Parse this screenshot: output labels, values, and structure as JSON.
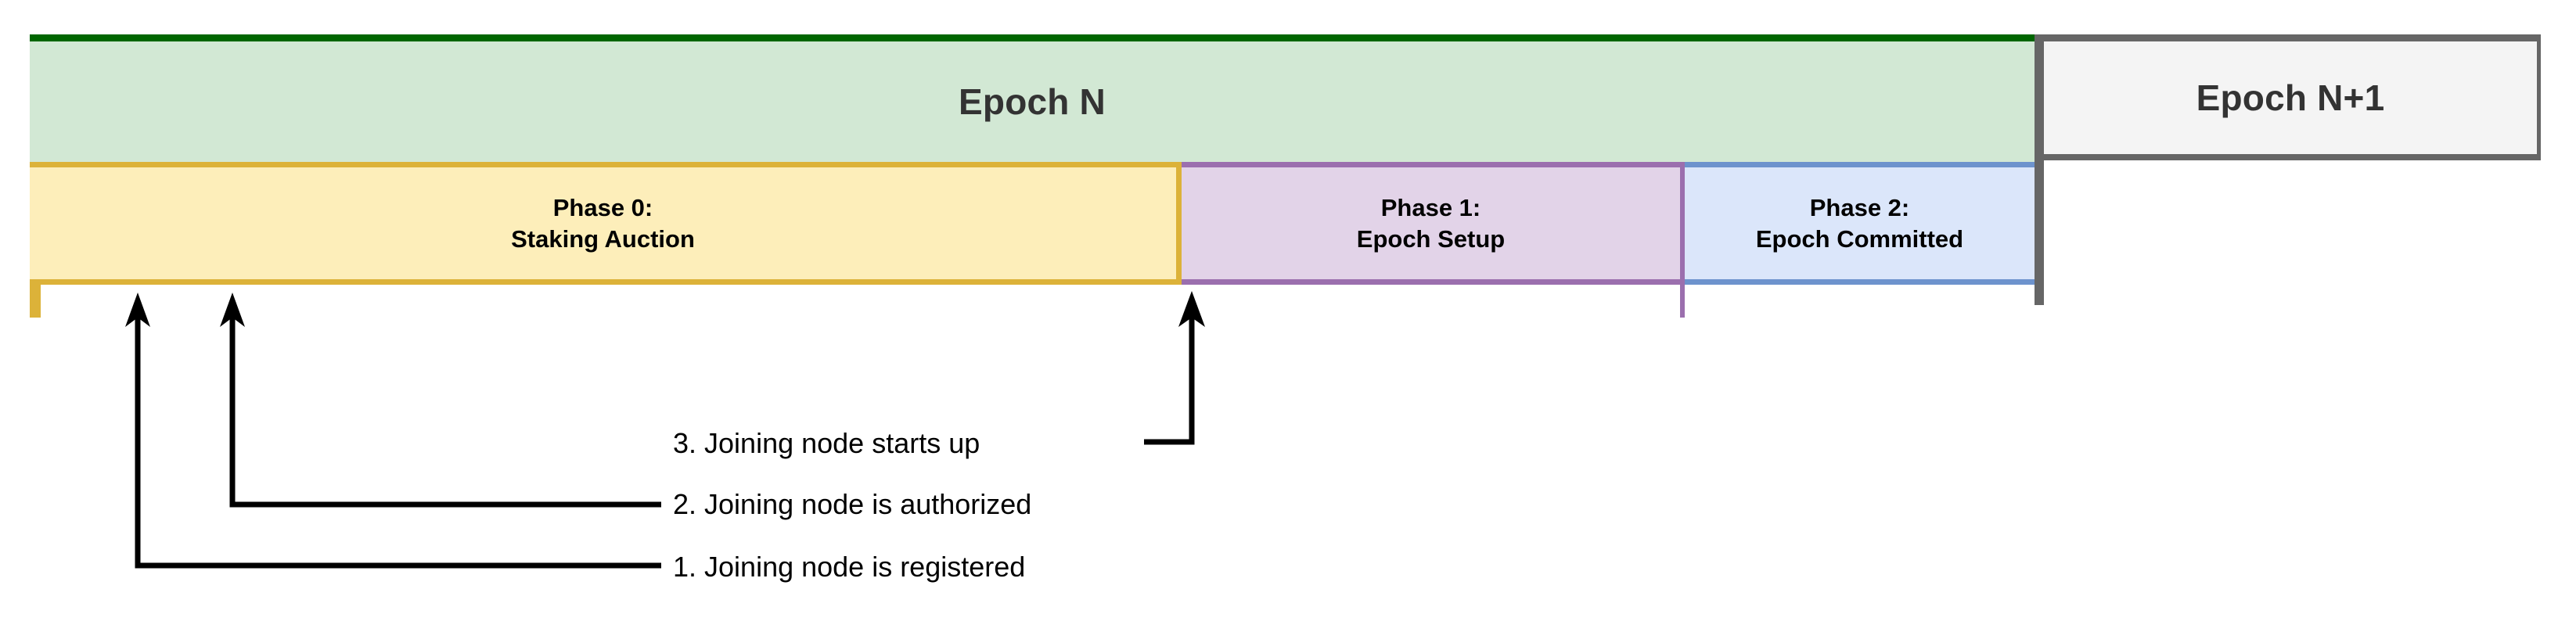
{
  "diagram": {
    "title_epoch_n": "Epoch N",
    "title_epoch_n1": "Epoch N+1",
    "epochs": [
      {
        "id": "epoch-n",
        "label": "Epoch N"
      },
      {
        "id": "epoch-n-plus-1",
        "label": "Epoch N+1"
      }
    ],
    "phases": [
      {
        "id": "phase-0",
        "line1": "Phase 0:",
        "line2": "Staking Auction",
        "fill": "#fdeeba",
        "stroke": "#dcb239"
      },
      {
        "id": "phase-1",
        "line1": "Phase 1:",
        "line2": "Epoch Setup",
        "fill": "#e2d3e8",
        "stroke": "#9b6fae"
      },
      {
        "id": "phase-2",
        "line1": "Phase 2:",
        "line2": "Epoch Committed",
        "fill": "#dbe6fa",
        "stroke": "#6d93cd"
      }
    ],
    "callouts": [
      {
        "id": "callout-1",
        "label": "1. Joining node is registered"
      },
      {
        "id": "callout-2",
        "label": "2. Joining node is authorized"
      },
      {
        "id": "callout-3",
        "label": "3. Joining node starts up"
      }
    ],
    "colors": {
      "epoch_n_fill": "#d2e8d4",
      "epoch_n_stroke": "#006600",
      "epoch_n1_fill": "#f4f4f4",
      "epoch_n1_stroke": "#666666",
      "phase0_fill": "#fdeeba",
      "phase0_stroke": "#dcb239",
      "phase1_fill": "#e2d3e8",
      "phase1_stroke": "#9b6fae",
      "phase2_fill": "#dbe6fa",
      "phase2_stroke": "#6d93cd",
      "callout_line": "#000000",
      "epoch_label_text": "#333333",
      "phase_label_text": "#000000"
    }
  }
}
